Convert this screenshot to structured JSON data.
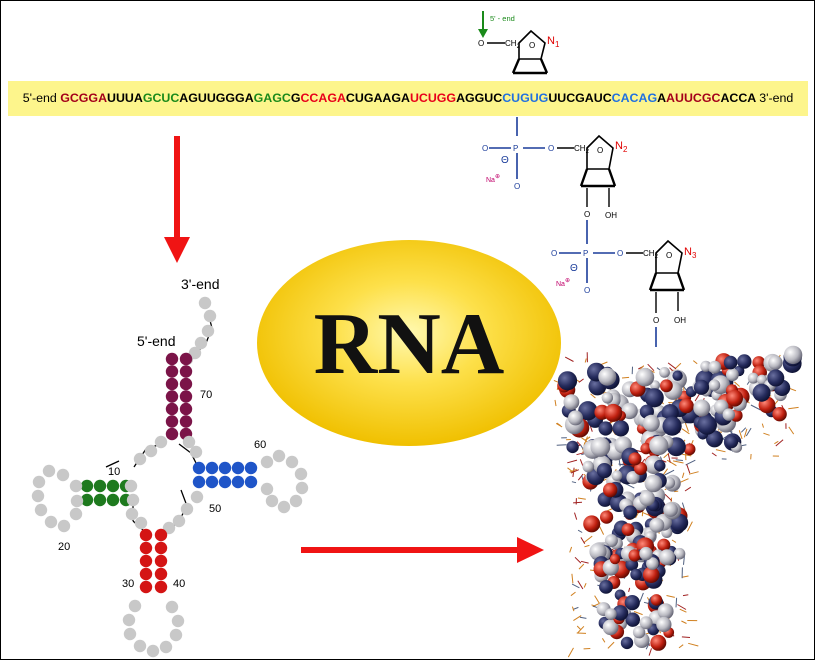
{
  "sequence": {
    "end5_label": "5'-end",
    "end3_label": "3'-end",
    "segments": [
      {
        "text": "GCGGA",
        "color": "#a4001a"
      },
      {
        "text": "UUUA",
        "color": "#000000"
      },
      {
        "text": "GCUC",
        "color": "#1a8a1a"
      },
      {
        "text": "AGUUGGGA",
        "color": "#000000"
      },
      {
        "text": "GAGC",
        "color": "#1a8a1a"
      },
      {
        "text": "G",
        "color": "#000000"
      },
      {
        "text": "CCAGA",
        "color": "#e8001a"
      },
      {
        "text": "CUGAAGA",
        "color": "#000000"
      },
      {
        "text": "UCUGG",
        "color": "#e8001a"
      },
      {
        "text": "AGGUC",
        "color": "#000000"
      },
      {
        "text": "CUGUG",
        "color": "#2070e0"
      },
      {
        "text": "UUCGAUC",
        "color": "#000000"
      },
      {
        "text": "CACAG",
        "color": "#2070e0"
      },
      {
        "text": "A",
        "color": "#000000"
      },
      {
        "text": "AUUCGC",
        "color": "#a4001a"
      },
      {
        "text": "ACCA",
        "color": "#000000"
      }
    ]
  },
  "center_label": "RNA",
  "chemistry": {
    "top_end_label": "5' - end",
    "o_label": "O",
    "p_label": "P",
    "ch2_label": "CH",
    "ch2_sub": "2",
    "oh_label": "OH",
    "na_label": "Na",
    "na_sup": "⊕",
    "theta_label": "Θ",
    "n_letter": "N",
    "n1_sub": "1",
    "n2_sub": "2",
    "n3_sub": "3"
  },
  "secondary_structure": {
    "label_5end": "5'-end",
    "label_3end": "3'-end",
    "position_labels": [
      "10",
      "20",
      "30",
      "40",
      "50",
      "60",
      "70"
    ]
  },
  "colors": {
    "acceptor_stem": "#7b1448",
    "d_stem": "#1e7a1e",
    "anticodon_stem": "#d41414",
    "t_stem": "#1f55c8",
    "loop": "#c8c8c8",
    "arrow": "#f01414",
    "band": "#fdf58c",
    "chem_backbone": "#1a3c9a",
    "chem_label_n": "#e00000",
    "top_arrow": "#1a8a1a"
  }
}
